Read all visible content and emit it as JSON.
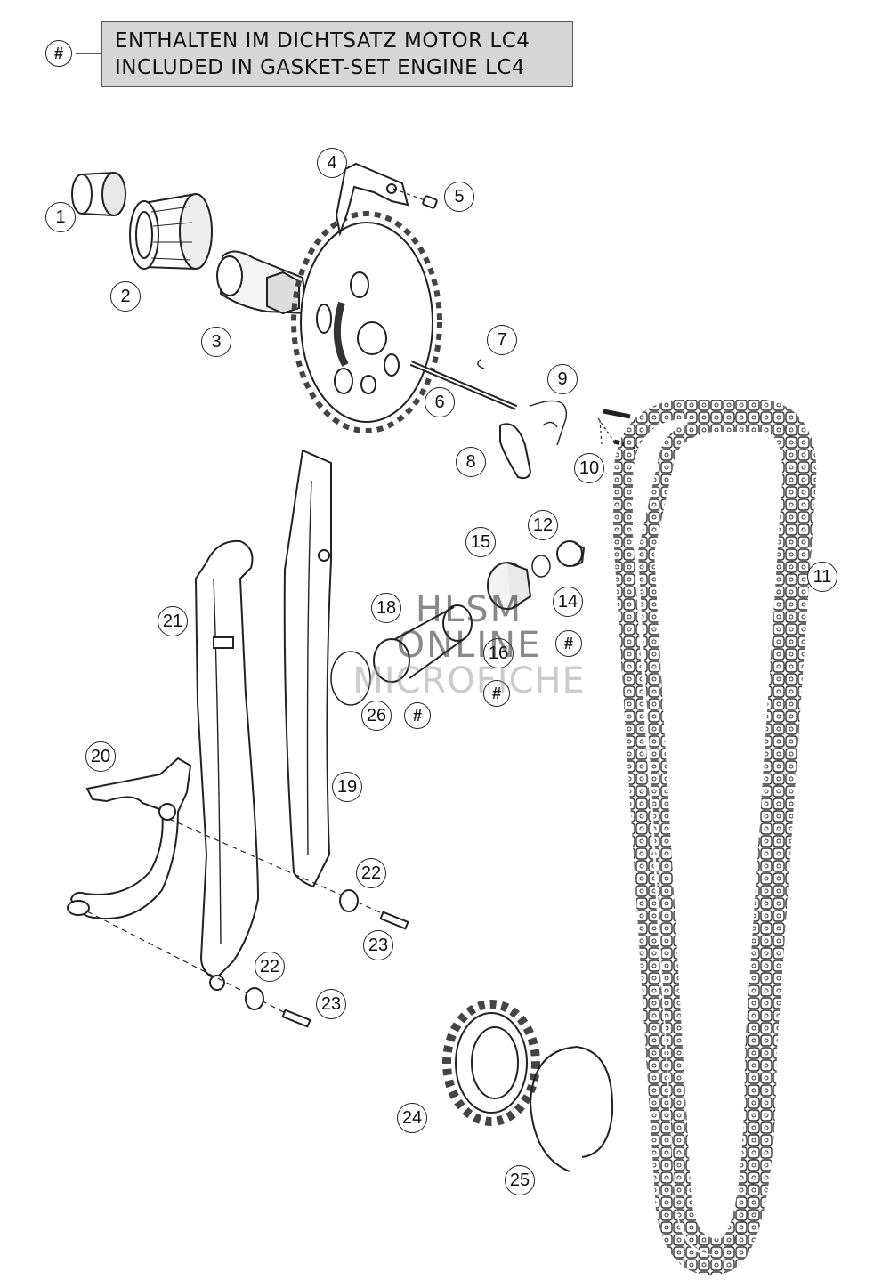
{
  "legend": {
    "symbol": "#",
    "line1": "ENTHALTEN IM DICHTSATZ MOTOR LC4",
    "line2": "INCLUDED IN GASKET-SET ENGINE LC4"
  },
  "callouts": [
    {
      "id": "c1",
      "label": "1"
    },
    {
      "id": "c2",
      "label": "2"
    },
    {
      "id": "c3",
      "label": "3"
    },
    {
      "id": "c4",
      "label": "4"
    },
    {
      "id": "c5",
      "label": "5"
    },
    {
      "id": "c6",
      "label": "6"
    },
    {
      "id": "c7",
      "label": "7"
    },
    {
      "id": "c8",
      "label": "8"
    },
    {
      "id": "c9",
      "label": "9"
    },
    {
      "id": "c10",
      "label": "10"
    },
    {
      "id": "c11",
      "label": "11"
    },
    {
      "id": "c12",
      "label": "12"
    },
    {
      "id": "c14",
      "label": "14"
    },
    {
      "id": "c15",
      "label": "15"
    },
    {
      "id": "c16",
      "label": "16"
    },
    {
      "id": "c18",
      "label": "18"
    },
    {
      "id": "c19",
      "label": "19"
    },
    {
      "id": "c20",
      "label": "20"
    },
    {
      "id": "c21",
      "label": "21"
    },
    {
      "id": "c22a",
      "label": "22"
    },
    {
      "id": "c22b",
      "label": "22"
    },
    {
      "id": "c23a",
      "label": "23"
    },
    {
      "id": "c23b",
      "label": "23"
    },
    {
      "id": "c24",
      "label": "24"
    },
    {
      "id": "c25",
      "label": "25"
    },
    {
      "id": "c26",
      "label": "26"
    },
    {
      "id": "h1",
      "label": "#"
    },
    {
      "id": "h2",
      "label": "#"
    },
    {
      "id": "h3",
      "label": "#"
    }
  ],
  "watermark": {
    "line1": "HLSM",
    "line2": "ONLINE",
    "line3": "MICROFICHE"
  }
}
